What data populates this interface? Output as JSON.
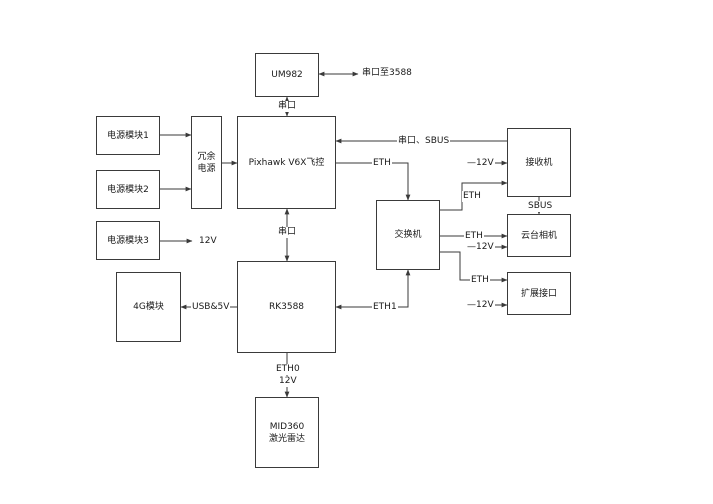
{
  "nodes": {
    "um982": "UM982",
    "psu1": "电源模块1",
    "psu2": "电源模块2",
    "psu3": "电源模块3",
    "redundant_line1": "冗余",
    "redundant_line2": "电源",
    "fc": "Pixhawk V6X飞控",
    "rk": "RK3588",
    "lte": "4G模块",
    "switch": "交换机",
    "receiver": "接收机",
    "gimbal": "云台相机",
    "expansion": "扩展接口",
    "lidar_line1": "MID360",
    "lidar_line2": "激光雷达"
  },
  "labels": {
    "um982_to_3588": "串口至3588",
    "um982_fc_serial": "串口",
    "fc_rk_serial": "串口",
    "receiver_fc": "串口、SBUS",
    "fc_eth": "ETH",
    "psu3_12v": "12V",
    "receiver_12v": "—12V",
    "receiver_eth": "ETH",
    "sbus": "SBUS",
    "gimbal_eth": "ETH",
    "gimbal_12v": "—12V",
    "expansion_eth": "ETH",
    "expansion_12v": "—12V",
    "usb": "USB&5V",
    "eth1": "ETH1",
    "eth0": "ETH0",
    "lidar_12v": "12V"
  }
}
